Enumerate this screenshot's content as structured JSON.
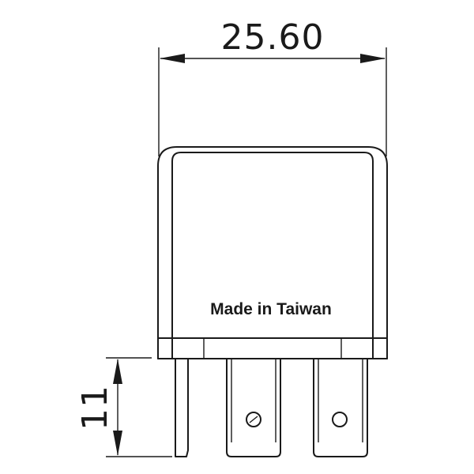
{
  "dimensions": {
    "width_label": "25.60",
    "height_label": "11"
  },
  "relay": {
    "marking": "Made in Taiwan"
  }
}
